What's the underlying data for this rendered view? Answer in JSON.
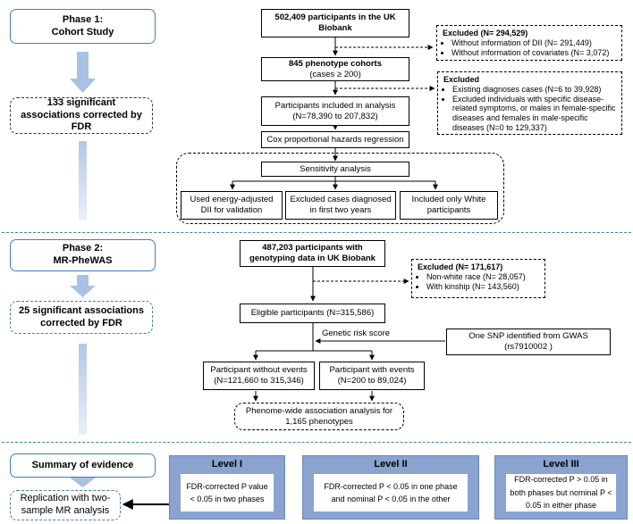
{
  "phase1": {
    "label": "Phase 1:\nCohort Study",
    "significant": "133 significant associations corrected by FDR",
    "participants": "502,409 participants in the UK Biobank",
    "excluded1": {
      "title": "Excluded (N= 294,529)",
      "items": [
        "Without information of DII (N= 291,449)",
        "Without information of covariates (N= 3,072)"
      ]
    },
    "cohorts_title": "845 phenotype cohorts",
    "cohorts_sub": "(cases ≥ 200)",
    "excluded2": {
      "title": "Excluded",
      "items": [
        "Existing diagnoses cases (N=6 to 39,928)",
        "Excluded individuals with specific disease-related symptoms, or males in female-specific diseases and females in male-specific diseases (N=0 to 129,337)"
      ]
    },
    "included": "Participants included in analysis (N=78,390 to 207,832)",
    "cox": "Cox proportional hazards regression",
    "sensitivity": "Sensitivity analysis",
    "sens_items": [
      "Used energy-adjusted DII for validation",
      "Excluded cases diagnosed in first two years",
      "Included only White participants"
    ]
  },
  "phase2": {
    "label": "Phase 2:\nMR-PheWAS",
    "significant": "25 significant associations corrected by FDR",
    "participants": "487,203 participants with genotyping data in UK Biobank",
    "excluded": {
      "title": "Excluded (N= 171,617)",
      "items": [
        "Non-white race (N= 28,057)",
        "With kinship (N= 143,560)"
      ]
    },
    "eligible": "Eligible participants (N=315,586)",
    "grs": "Genetic risk score",
    "snp": "One SNP identified from GWAS (rs7910002 )",
    "without": "Participant without events (N=121,660 to 315,346)",
    "with": "Participant with events (N=200 to 89,024)",
    "phewas": "Phenome-wide association analysis for 1,165 phenotypes"
  },
  "summary": {
    "label": "Summary of evidence",
    "replication": "Replication with two-sample MR analysis",
    "levels": [
      {
        "title": "Level I",
        "text": "FDR-corrected P value < 0.05 in two phases"
      },
      {
        "title": "Level II",
        "text": "FDR-corrected P < 0.05 in one phase and nominal P < 0.05 in the other"
      },
      {
        "title": "Level III",
        "text": "FDR-corrected P > 0.05 in both phases but nominal P < 0.05 in either phase"
      }
    ]
  },
  "colors": {
    "accent_blue": "#3f7fbf",
    "arrow_blue": "#a9c1e3",
    "level_fill": "#8aa4cf"
  }
}
